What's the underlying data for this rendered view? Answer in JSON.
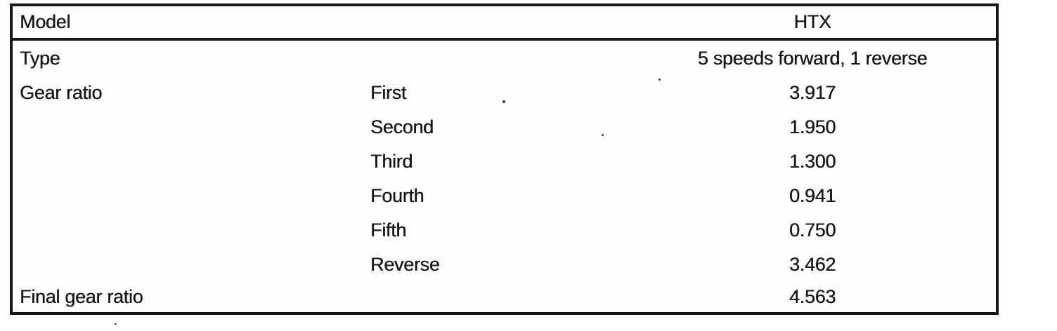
{
  "table": {
    "header": {
      "label": "Model",
      "value": "HTX"
    },
    "rows": [
      {
        "label": "Type",
        "sub": "",
        "value": "5 speeds forward, 1 reverse"
      },
      {
        "label": "Gear ratio",
        "sub": "First",
        "value": "3.917"
      },
      {
        "label": "",
        "sub": "Second",
        "value": "1.950"
      },
      {
        "label": "",
        "sub": "Third",
        "value": "1.300"
      },
      {
        "label": "",
        "sub": "Fourth",
        "value": "0.941"
      },
      {
        "label": "",
        "sub": "Fifth",
        "value": "0.750"
      },
      {
        "label": "",
        "sub": "Reverse",
        "value": "3.462"
      },
      {
        "label": "Final gear ratio",
        "sub": "",
        "value": "4.563"
      }
    ],
    "colors": {
      "ink": "#161616",
      "paper": "#ffffff"
    }
  }
}
